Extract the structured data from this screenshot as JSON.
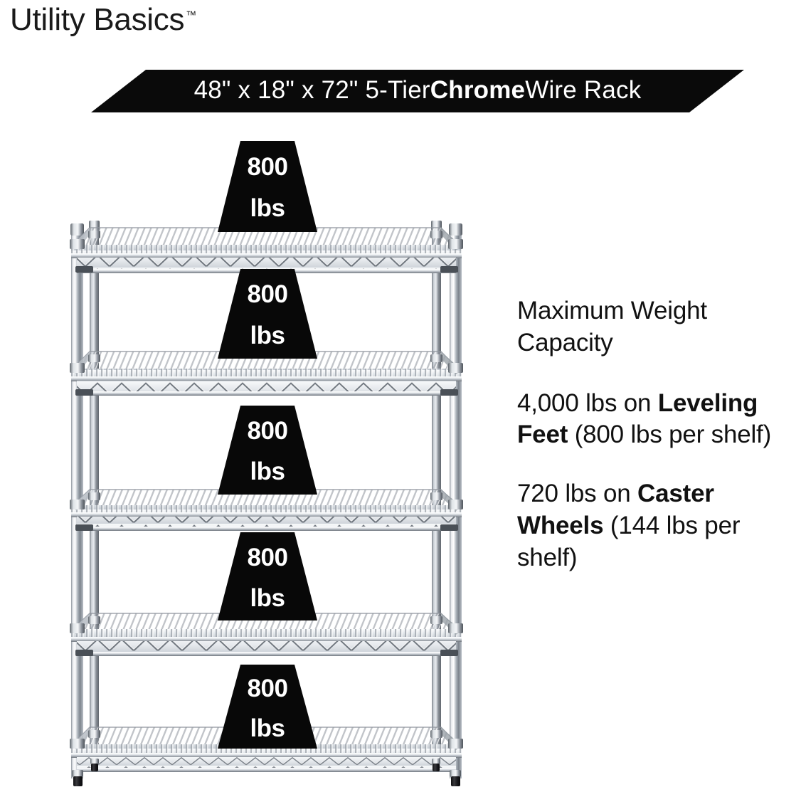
{
  "brand": {
    "name": "Utility Basics",
    "trademark": "™"
  },
  "banner": {
    "text_prefix": "48\" x 18\" x 72\" 5-Tier ",
    "text_bold": "Chrome",
    "text_suffix": " Wire Rack",
    "background_color": "#0a0a0a",
    "text_color": "#ffffff"
  },
  "product": {
    "type": "5-tier chrome wire shelving rack",
    "dimensions": "48\" x 18\" x 72\"",
    "tiers": 5,
    "finish": "Chrome",
    "shelf_count": 5,
    "base": "leveling feet"
  },
  "badges": [
    {
      "number": "800",
      "unit": "lbs"
    },
    {
      "number": "800",
      "unit": "lbs"
    },
    {
      "number": "800",
      "unit": "lbs"
    },
    {
      "number": "800",
      "unit": "lbs"
    },
    {
      "number": "800",
      "unit": "lbs"
    }
  ],
  "copy": {
    "heading": "Maximum Weight Capacity",
    "feet": {
      "lead": "4,000 lbs on ",
      "strong": "Leveling Feet",
      "tail": " (800 lbs per shelf)"
    },
    "casters": {
      "lead": "720 lbs on ",
      "strong": "Caster Wheels",
      "tail": " (144 lbs per shelf)"
    }
  },
  "colors": {
    "ink": "#111111",
    "banner_black": "#0a0a0a",
    "badge_black": "#080808",
    "chrome_light": "#fdfdfe",
    "chrome_mid": "#c9ced6",
    "chrome_dark": "#6e7680",
    "chrome_shadow": "#3c4249",
    "foot_black": "#1a1a1c",
    "page_background": "#ffffff"
  }
}
